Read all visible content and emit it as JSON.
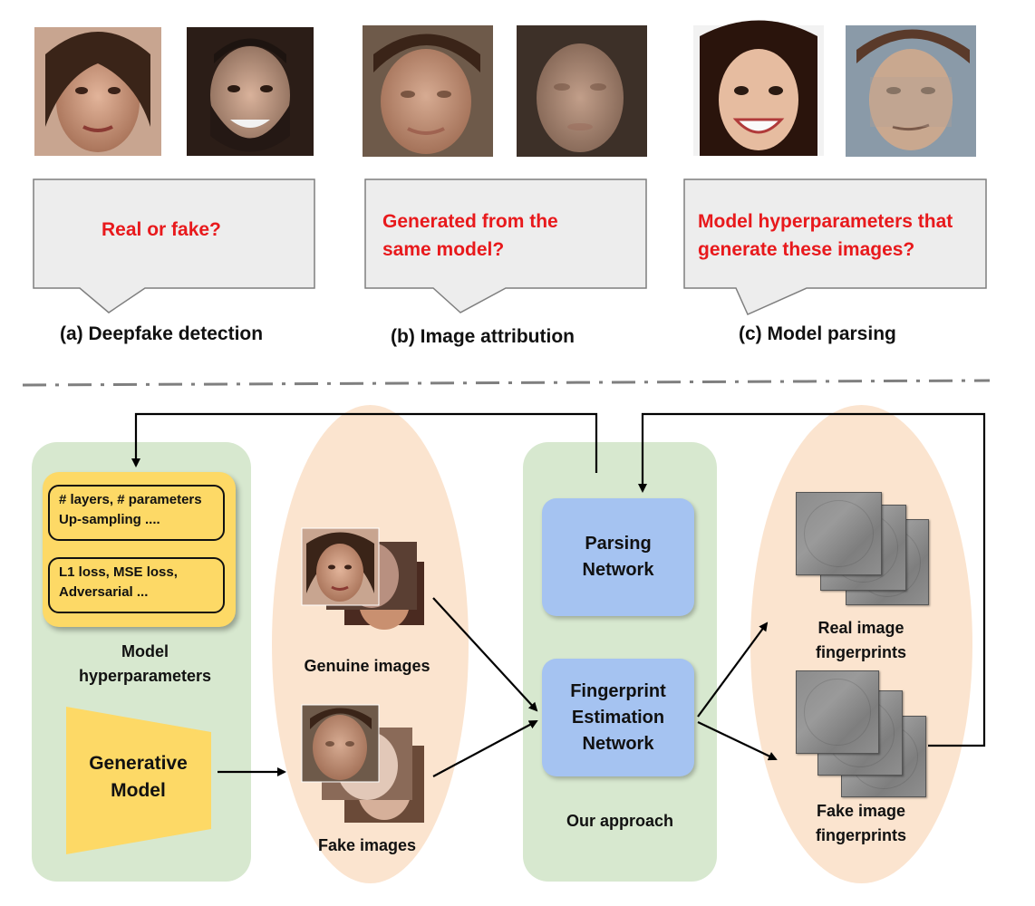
{
  "top": {
    "tasks": [
      {
        "question_lines": [
          "Real or fake?"
        ],
        "caption": "(a) Deepfake detection"
      },
      {
        "question_lines": [
          "Generated from the",
          "same model?"
        ],
        "caption": "(b) Image attribution"
      },
      {
        "question_lines": [
          "Model hyperparameters that",
          "generate these images?"
        ],
        "caption": "(c) Model parsing"
      }
    ]
  },
  "bottom": {
    "hyper_items": [
      "# layers, # parameters\nUp-sampling ....",
      "L1 loss,  MSE loss,\nAdversarial ..."
    ],
    "hyper_label": "Model\nhyperparameters",
    "generative_model": "Generative\nModel",
    "genuine_label": "Genuine images",
    "fake_label": "Fake images",
    "parsing_network": "Parsing\nNetwork",
    "fingerprint_network": "Fingerprint\nEstimation\nNetwork",
    "approach_label": "Our approach",
    "real_fp_label": "Real image\nfingerprints",
    "fake_fp_label": "Fake image\nfingerprints"
  },
  "colors": {
    "question_red": "#e8191c",
    "panel_green": "#d7e8cf",
    "oval_peach": "#fbe4cf",
    "network_blue": "#a5c3f1",
    "hyper_yellow": "#fdd966"
  }
}
